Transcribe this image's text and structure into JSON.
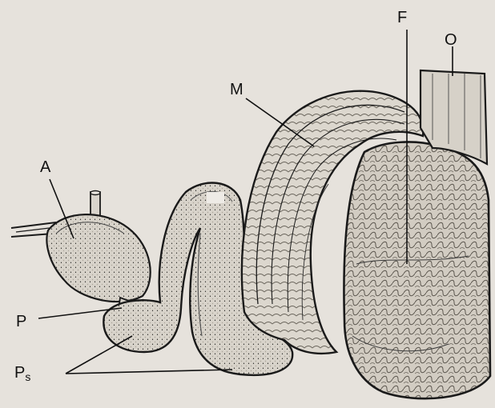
{
  "labels": {
    "A": "A",
    "P": "P",
    "Ps_main": "P",
    "Ps_sub": "s",
    "M": "M",
    "F": "F",
    "O": "O"
  },
  "colors": {
    "paper": "#e6e2dc",
    "ink": "#1a1a1a",
    "fill_light": "#d9d4cc",
    "fill_mid": "#cfc9c0"
  }
}
